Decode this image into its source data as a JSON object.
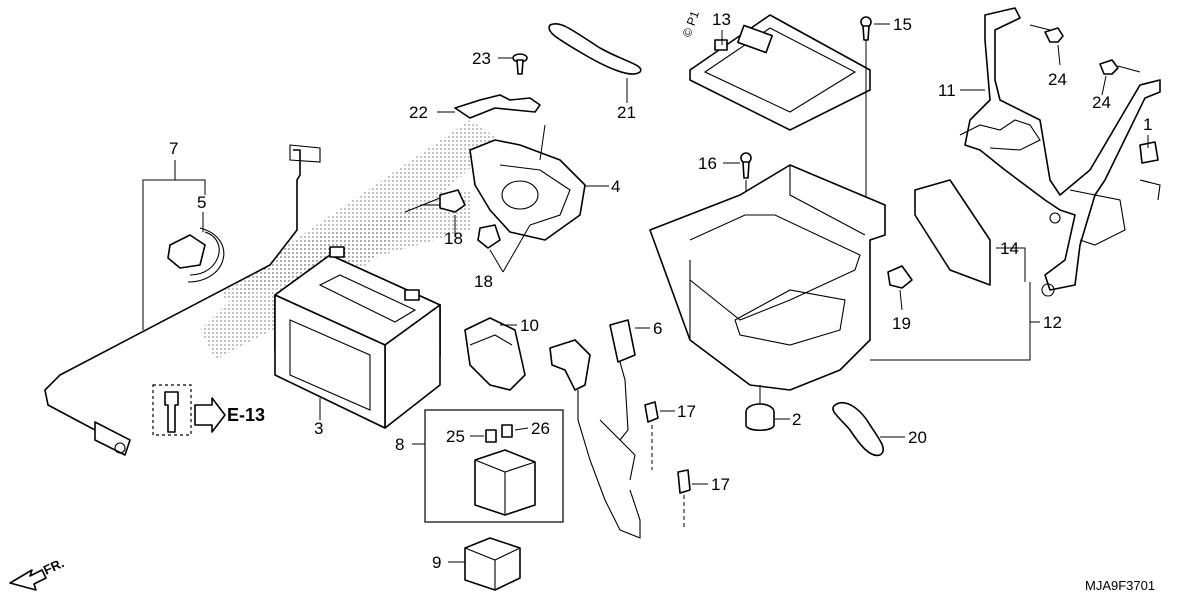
{
  "diagram": {
    "callouts": [
      {
        "id": "c1",
        "text": "1"
      },
      {
        "id": "c2",
        "text": "2"
      },
      {
        "id": "c3",
        "text": "3"
      },
      {
        "id": "c4",
        "text": "4"
      },
      {
        "id": "c5",
        "text": "5"
      },
      {
        "id": "c6",
        "text": "6"
      },
      {
        "id": "c7",
        "text": "7"
      },
      {
        "id": "c8",
        "text": "8"
      },
      {
        "id": "c9",
        "text": "9"
      },
      {
        "id": "c10",
        "text": "10"
      },
      {
        "id": "c11",
        "text": "11"
      },
      {
        "id": "c12",
        "text": "12"
      },
      {
        "id": "c13",
        "text": "13"
      },
      {
        "id": "c14",
        "text": "14"
      },
      {
        "id": "c15",
        "text": "15"
      },
      {
        "id": "c16",
        "text": "16"
      },
      {
        "id": "c17a",
        "text": "17"
      },
      {
        "id": "c17b",
        "text": "17"
      },
      {
        "id": "c18a",
        "text": "18"
      },
      {
        "id": "c18b",
        "text": "18"
      },
      {
        "id": "c19",
        "text": "19"
      },
      {
        "id": "c20",
        "text": "20"
      },
      {
        "id": "c21",
        "text": "21"
      },
      {
        "id": "c22",
        "text": "22"
      },
      {
        "id": "c23",
        "text": "23"
      },
      {
        "id": "c24a",
        "text": "24"
      },
      {
        "id": "c24b",
        "text": "24"
      },
      {
        "id": "c25",
        "text": "25"
      },
      {
        "id": "c26",
        "text": "26"
      }
    ],
    "reference": "E-13",
    "front_marker": "FR.",
    "copyright_mark": "© P1",
    "diagram_code": "MJA9F3701"
  }
}
